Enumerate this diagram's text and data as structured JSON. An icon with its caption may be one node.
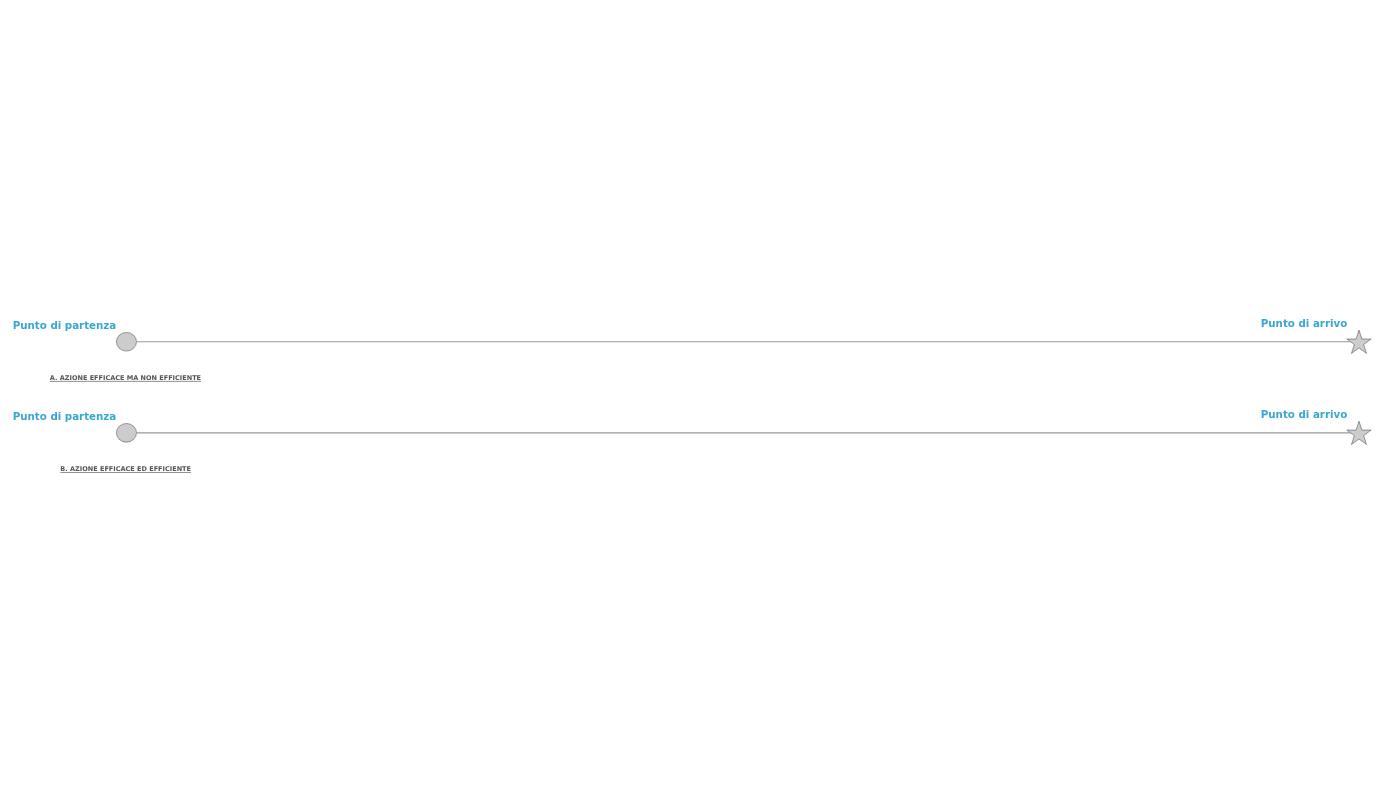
{
  "diagram": {
    "nodes": [
      {
        "text": [],
        "shape": "circle",
        "beside": [
          "Punto di partenza"
        ]
      },
      {
        "text": [],
        "shape": "star",
        "beside": [
          "Punto di arrivo"
        ]
      },
      {
        "text": [],
        "shape": "circle",
        "beside": [
          "Punto di partenza"
        ]
      },
      {
        "text": [],
        "shape": "star",
        "beside": [
          "Punto di arrivo"
        ]
      }
    ],
    "edges": [
      {
        "from": 0,
        "to": 1,
        "arrow": "none"
      },
      {
        "from": 2,
        "to": 3,
        "arrow": "none"
      }
    ],
    "labels": [
      "A. AZIONE EFFICACE MA NON EFFICIENTE",
      "B. AZIONE EFFICACE ED EFFICIENTE"
    ]
  }
}
